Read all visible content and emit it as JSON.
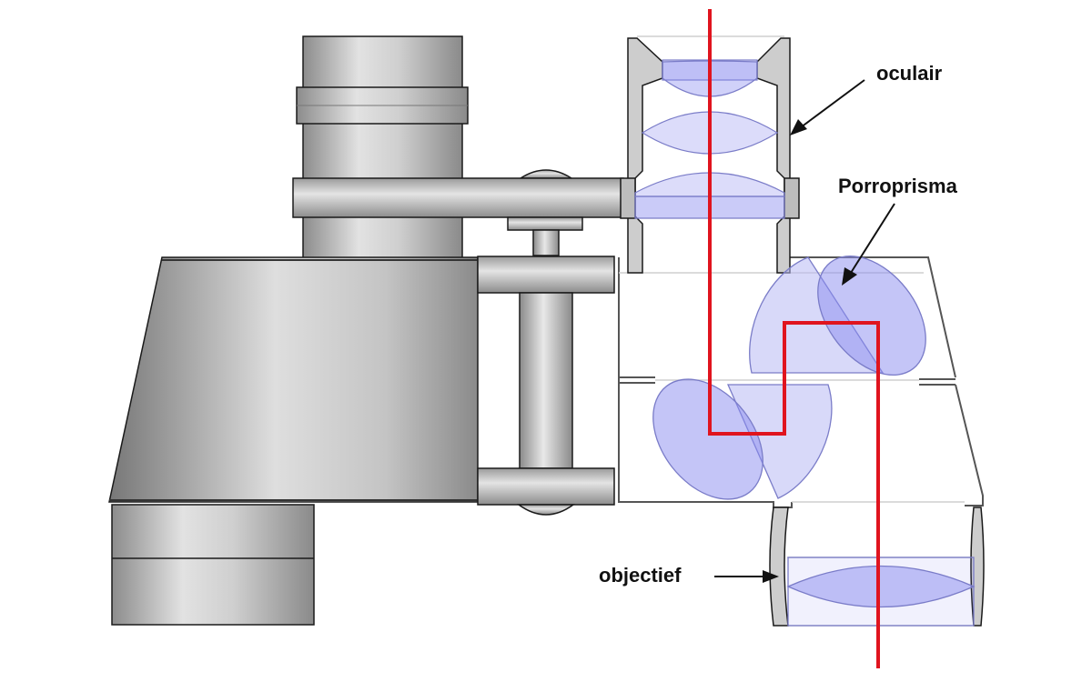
{
  "labels": {
    "eyepiece": "oculair",
    "prism": "Porroprisma",
    "objective": "objectief"
  },
  "colors": {
    "light_ray": "#e0141e",
    "glass_fill": "#8a8cf0",
    "glass_stroke": "#7a7cc8",
    "metal_outline": "#1a1a1a",
    "housing_line": "#555555"
  }
}
